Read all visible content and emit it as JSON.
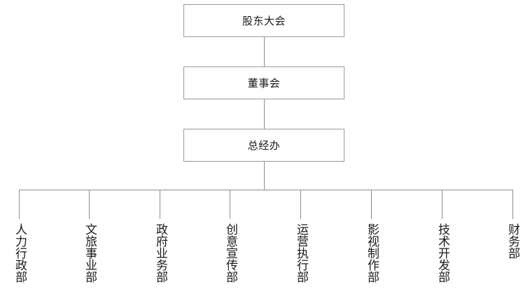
{
  "levels": [
    {
      "label": "股东大会"
    },
    {
      "label": "董事会"
    },
    {
      "label": "总经办"
    }
  ],
  "departments": [
    {
      "label": "人力行政部"
    },
    {
      "label": "文旅事业部"
    },
    {
      "label": "政府业务部"
    },
    {
      "label": "创意宣传部"
    },
    {
      "label": "运营执行部"
    },
    {
      "label": "影视制作部"
    },
    {
      "label": "技术开发部"
    },
    {
      "label": "财务部"
    }
  ]
}
